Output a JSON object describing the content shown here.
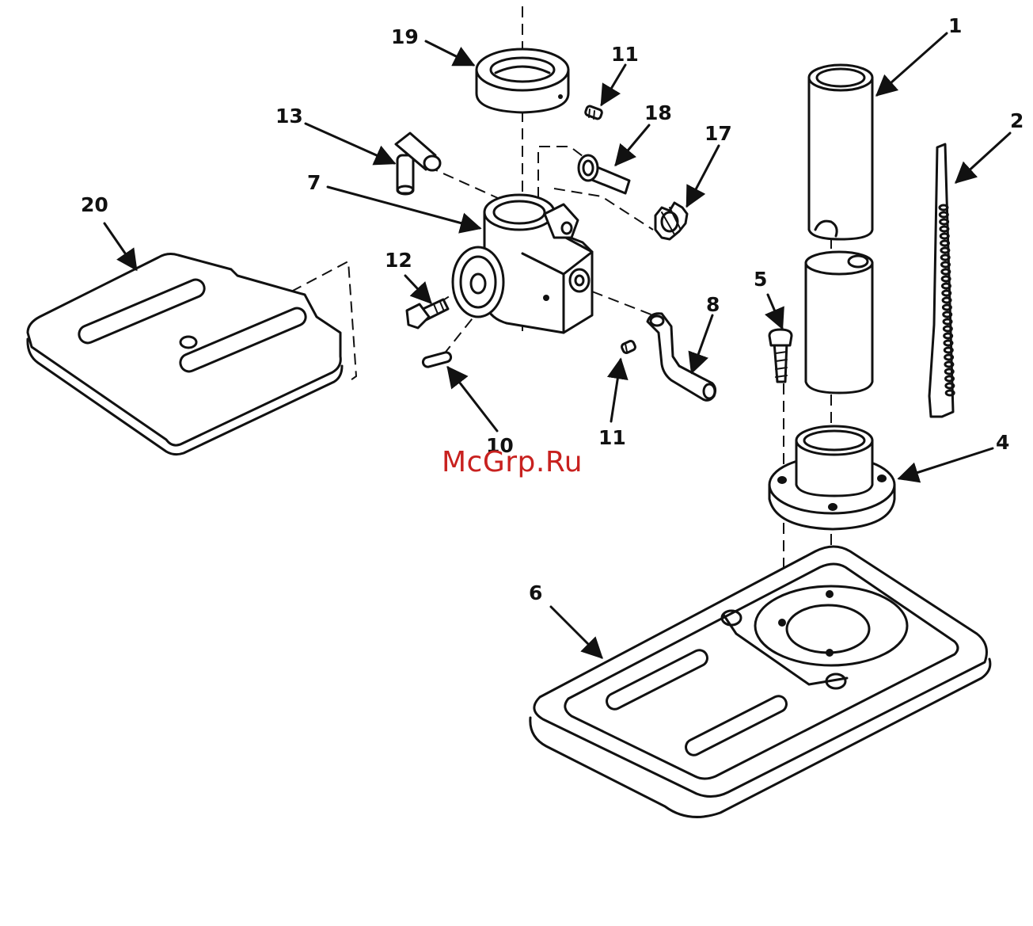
{
  "watermark": "McGrp.Ru",
  "callouts": [
    {
      "id": "1",
      "text": "1"
    },
    {
      "id": "2",
      "text": "2"
    },
    {
      "id": "4",
      "text": "4"
    },
    {
      "id": "5",
      "text": "5"
    },
    {
      "id": "6",
      "text": "6"
    },
    {
      "id": "7",
      "text": "7"
    },
    {
      "id": "8",
      "text": "8"
    },
    {
      "id": "10",
      "text": "10"
    },
    {
      "id": "11a",
      "text": "11"
    },
    {
      "id": "11b",
      "text": "11"
    },
    {
      "id": "12",
      "text": "12"
    },
    {
      "id": "13",
      "text": "13"
    },
    {
      "id": "17",
      "text": "17"
    },
    {
      "id": "18",
      "text": "18"
    },
    {
      "id": "19",
      "text": "19"
    },
    {
      "id": "20",
      "text": "20"
    }
  ],
  "colors": {
    "line": "#111111",
    "watermark": "#c8211f"
  }
}
